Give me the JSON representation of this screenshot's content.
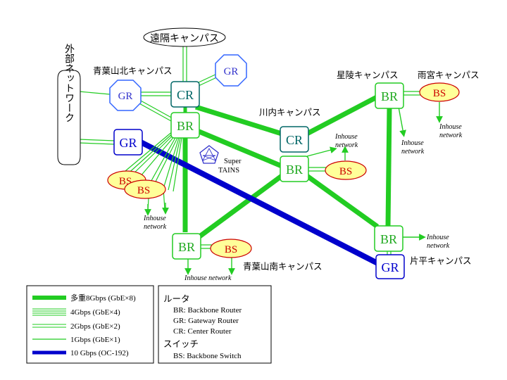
{
  "campuses": {
    "toi": "遠隔キャンパス",
    "aobayama_north": "青葉山北キャンパス",
    "kawauchi": "川内キャンパス",
    "seiryo": "星陵キャンパス",
    "amamiya": "雨宮キャンパス",
    "aobayama_south": "青葉山南キャンパス",
    "katahira": "片平キャンパス"
  },
  "external_network": "外部ネットワーク",
  "nodes": {
    "cr": "CR",
    "br": "BR",
    "gr": "GR",
    "bs": "BS"
  },
  "super_tains": {
    "line1": "Super",
    "line2": "TAINS"
  },
  "inhouse": {
    "line1": "Inhouse",
    "line2": "network",
    "single": "Inhouse network"
  },
  "legend": {
    "items": [
      {
        "label": "多重8Gbps (GbE×8)",
        "style": "thick-green"
      },
      {
        "label": "4Gbps (GbE×4)",
        "style": "quad-green"
      },
      {
        "label": "2Gbps (GbE×2)",
        "style": "double-green"
      },
      {
        "label": "1Gbps (GbE×1)",
        "style": "single-green"
      },
      {
        "label": "10 Gbps (OC-192)",
        "style": "blue"
      }
    ],
    "router_title": "ルータ",
    "routers": [
      "BR: Backbone Router",
      "GR: Gateway Router",
      "CR: Center Router"
    ],
    "switch_title": "スイッチ",
    "switches": [
      "BS: Backbone Switch"
    ]
  },
  "colors": {
    "green": "#00cc00",
    "link_green": "#22cc22",
    "blue": "#0000cc",
    "dark_teal": "#006666",
    "bs_fill": "#ffff99",
    "bs_text": "#cc0000",
    "gr_outline": "#3366ff"
  }
}
